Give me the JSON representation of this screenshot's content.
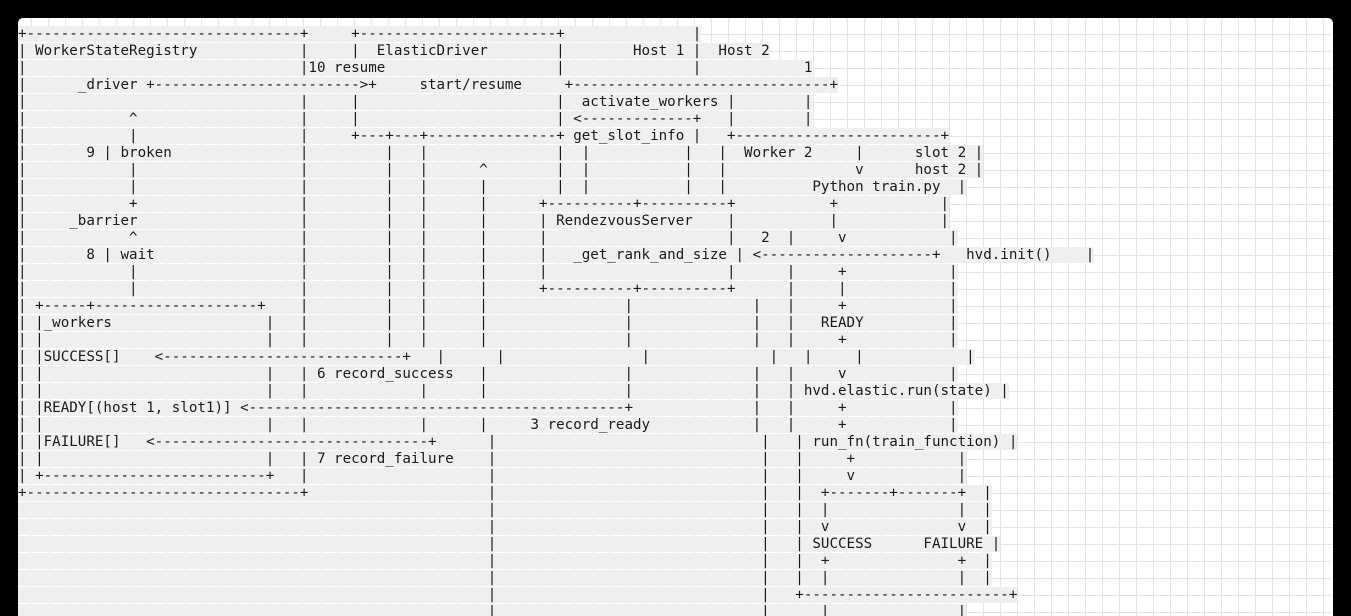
{
  "lines": [
    "+--------------------------------+     +-----------------------+               |",
    "| WorkerStateRegistry            |     |  ElasticDriver        |        Host 1 |  Host 2",
    "|                                |10 resume                    |               |            1",
    "|      _driver +------------------------>+     start/resume     +------------------------------+",
    "|                                |     |                       |  activate_workers |        |",
    "|            ^                   |     |                       | <-------------+   |        |",
    "|            |                   |     +---+---+---------------+ get_slot_info |   +------------------------+",
    "|       9 | broken               |         |   |               |  |           |   |  Worker 2     |      slot 2 |",
    "|            |                   |         |   |      ^        |  |           |   |               v      host 2 |",
    "|            |                   |         |   |      |        |  |           |   |          Python train.py  |",
    "|            +                   |         |   |      |      +----------+----------+           +            |",
    "|     _barrier                   |         |   |      |      | RendezvousServer    |           |            |",
    "|            ^                   |         |   |      |      |                     |   2  |     v            |",
    "|       8 | wait                 |         |   |      |      |   _get_rank_and_size | <--------------------+   hvd.init()    |",
    "|            |                   |         |   |      |      |                     |      |     +            |",
    "|            |                   |         |   |      |      +----------+----------+      |     |            |",
    "| +-----+-------------------+    |         |   |      |                |              |   |     +            |",
    "| |_workers                  |   |         |   |      |                |              |   |   READY          |",
    "| |                          |   |         |   |      |                |              |   |     +            |",
    "| |SUCCESS[]    <----------------------------+   |      |                |              |   |     |            |",
    "| |                          |   | 6 record_success   |                |              |   |     v            |",
    "| |                          |   |             |      |                |              |   | hvd.elastic.run(state) |",
    "| |READY[(host 1, slot1)] <--------------------------------------------+              |   |     +            |",
    "| |                          |   |             |      |     3 record_ready            |   |     +            |",
    "| |FAILURE[]   <--------------------------------+      |                               |   | run_fn(train_function) |",
    "| |                          |   | 7 record_failure    |                               |   |     +            |",
    "| +--------------------------+   |                     |                               |   |     v            |",
    "+--------------------------------+                     |                               |   |  +-------+-------+  |",
    "                                                       |                               |   |  |               |  |",
    "                                                       |                               |   |  v               v  |",
    "                                                       |                               |   | SUCCESS      FAILURE |",
    "                                                       |                               |   |  +               +  |",
    "                                                       |                               |   |  |               |  |",
    "                                                       |                               |   +------------------------+",
    "                                                       |                               |      |               |"
  ]
}
